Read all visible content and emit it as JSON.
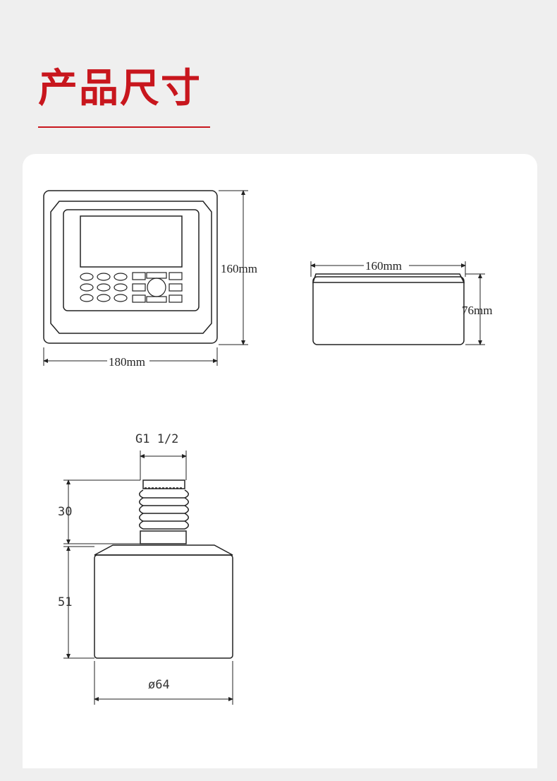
{
  "header": {
    "title": "产品尺寸"
  },
  "front_view": {
    "height_label": "160mm",
    "width_label": "180mm"
  },
  "side_view": {
    "width_label": "160mm",
    "height_label": "76mm"
  },
  "sensor_view": {
    "thread_label": "G1 1/2",
    "thread_length": "30",
    "body_height": "51",
    "diameter_label": "ø64"
  },
  "colors": {
    "accent": "#c8161d",
    "background": "#efefef",
    "card": "#ffffff",
    "line": "#222222"
  }
}
